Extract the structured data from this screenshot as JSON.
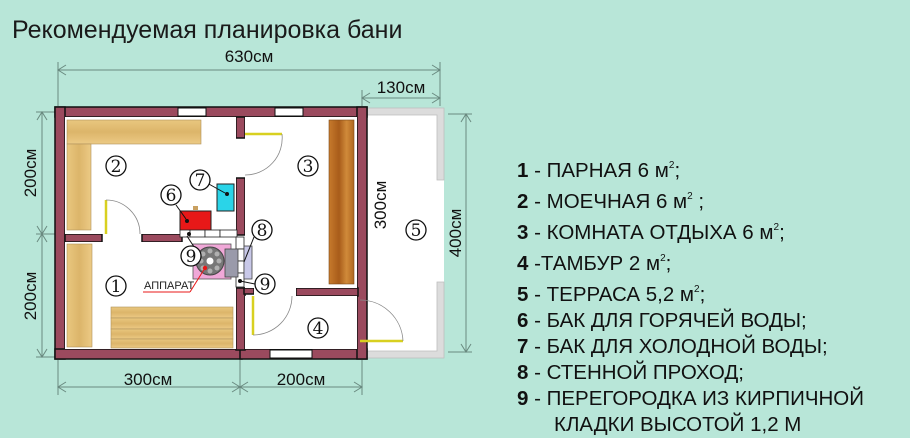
{
  "title": "Рекомендуемая планировка бани",
  "dimensions": {
    "total_width": "630см",
    "terrace_width": "130см",
    "left_top_height": "200см",
    "left_bottom_height": "200см",
    "bottom_left_width": "300см",
    "bottom_right_width": "200см",
    "rest_room_height": "300см",
    "terrace_height": "400см"
  },
  "room_markers": {
    "r1": "1",
    "r2": "2",
    "r3": "3",
    "r4": "4",
    "r5": "5",
    "r6": "6",
    "r7": "7",
    "r8": "8",
    "r9a": "9",
    "r9b": "9"
  },
  "stove_label": "АППАРАТ",
  "colors": {
    "background": "#b8e6d8",
    "wall": "#9b4a5e",
    "wood": "#e8c27a",
    "hot_tank": "#e81818",
    "cold_tank": "#2ad4e8",
    "stove_base": "#f0a8d8",
    "terrace_wall": "#dcdcdc"
  },
  "legend": [
    {
      "num": "1",
      "text": " - ПАРНАЯ 6 м",
      "sup": "2",
      "tail": ";"
    },
    {
      "num": "2",
      "text": " - МОЕЧНАЯ 6 м",
      "sup": "2",
      "tail": " ;"
    },
    {
      "num": "3",
      "text": " - КОМНАТА ОТДЫХА 6 м",
      "sup": "2",
      "tail": ";"
    },
    {
      "num": "4",
      "text": " -ТАМБУР 2 м",
      "sup": "2",
      "tail": ";"
    },
    {
      "num": "5",
      "text": " - ТЕРРАСА 5,2 м",
      "sup": "2",
      "tail": ";"
    },
    {
      "num": "6",
      "text": " - БАК  ДЛЯ ГОРЯЧЕЙ ВОДЫ;",
      "sup": "",
      "tail": ""
    },
    {
      "num": "7",
      "text": " - БАК  ДЛЯ ХОЛОДНОЙ ВОДЫ;",
      "sup": "",
      "tail": ""
    },
    {
      "num": "8",
      "text": " - СТЕННОЙ ПРОХОД;",
      "sup": "",
      "tail": ""
    },
    {
      "num": "9",
      "text": " - ПЕРЕГОРОДКА ИЗ КИРПИЧНОЙ",
      "sup": "",
      "tail": ""
    }
  ],
  "legend_continuation": "КЛАДКИ ВЫСОТОЙ 1,2 М"
}
